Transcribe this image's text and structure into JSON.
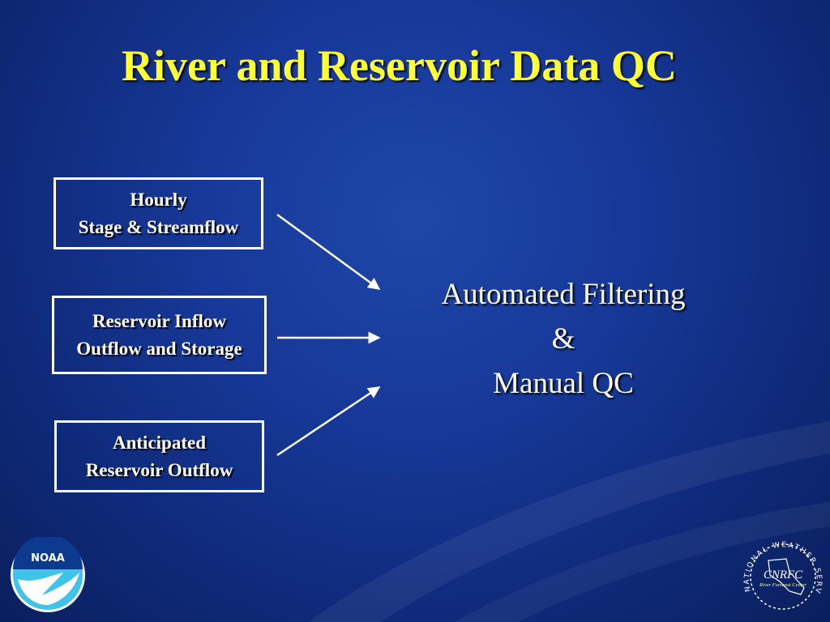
{
  "slide": {
    "title": "River and Reservoir Data QC"
  },
  "inputs": [
    {
      "line1": "Hourly",
      "line2": "Stage & Streamflow"
    },
    {
      "line1": "Reservoir Inflow",
      "line2": "Outflow and Storage"
    },
    {
      "line1": "Anticipated",
      "line2": "Reservoir Outflow"
    }
  ],
  "process": {
    "line1": "Automated Filtering",
    "line2": "&",
    "line3": "Manual QC"
  },
  "logos": {
    "noaa_text": "NOAA",
    "nws_text": "CNRFC",
    "nws_ring_text": "NATIONAL WEATHER SERVICE",
    "nws_sub_text": "River Forecast Center"
  },
  "colors": {
    "background": "#17399a",
    "title": "#ffff33",
    "text": "#ffffff"
  }
}
